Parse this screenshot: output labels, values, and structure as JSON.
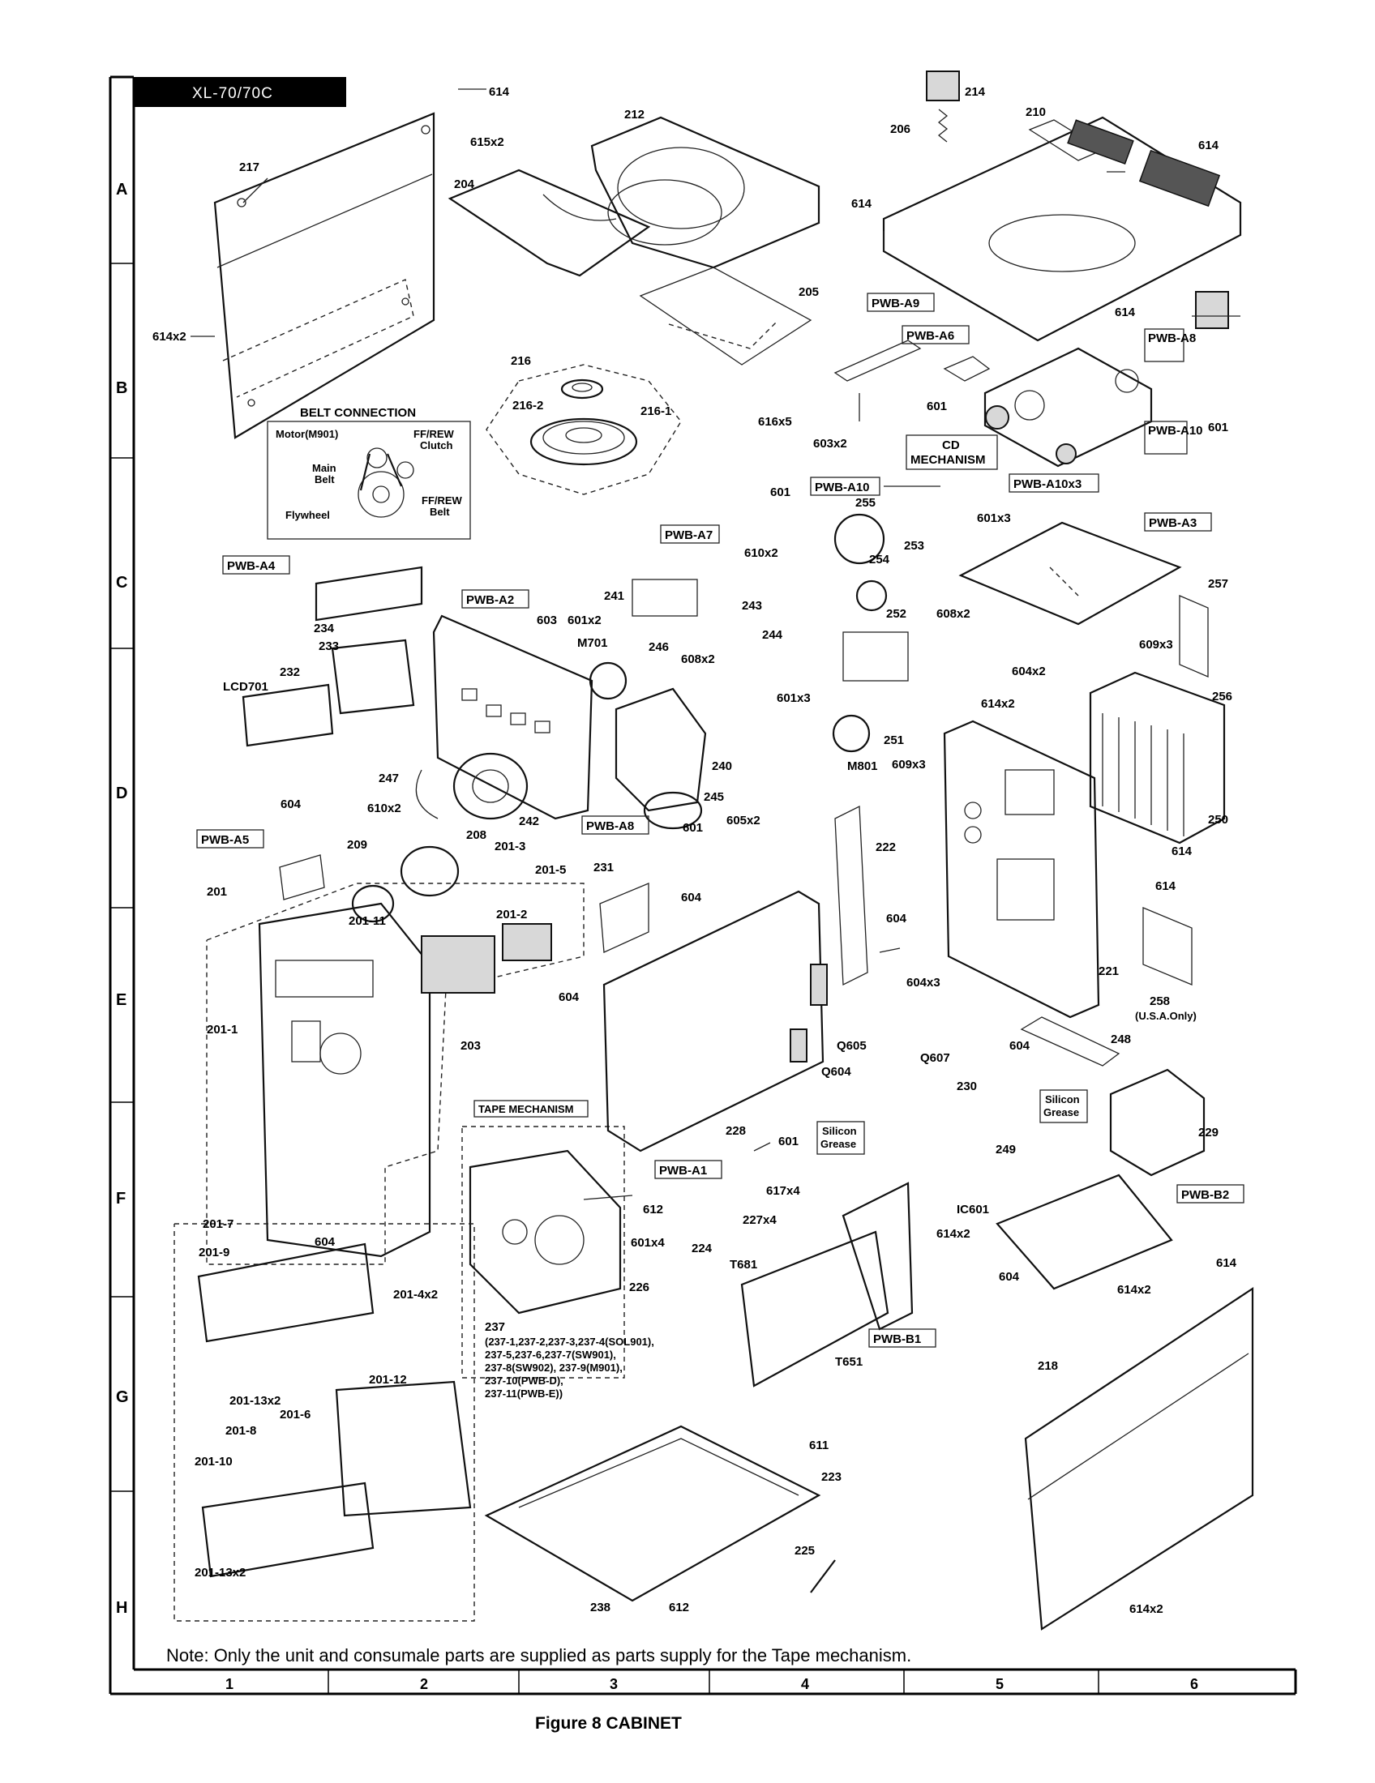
{
  "model_tag": "XL-70/70C",
  "caption": "Figure 8 CABINET",
  "note": "Note: Only the unit and consumale parts are supplied as parts supply for the Tape mechanism.",
  "grid": {
    "rows": [
      "A",
      "B",
      "C",
      "D",
      "E",
      "F",
      "G",
      "H"
    ],
    "columns": [
      "1",
      "2",
      "3",
      "4",
      "5",
      "6"
    ]
  },
  "labels": {
    "l217": "217",
    "l614a": "614",
    "l614x2a": "614x2",
    "l615x2": "615x2",
    "l204": "204",
    "l212": "212",
    "l205": "205",
    "l616x5": "616x5",
    "l216": "216",
    "l216_2": "216-2",
    "l216_1": "216-1",
    "l214": "214",
    "l206": "206",
    "l210": "210",
    "l614b": "614",
    "l614c": "614",
    "l614d": "614",
    "l601a": "601",
    "l603x2": "603x2",
    "l601b": "601",
    "l601x3a": "601x3",
    "l601c": "601",
    "l255": "255",
    "l253": "253",
    "l254": "254",
    "l610x2a": "610x2",
    "l241": "241",
    "l243": "243",
    "l244": "244",
    "l246": "246",
    "lM701": "M701",
    "l608x2a": "608x2",
    "l601x3b": "601x3",
    "l240": "240",
    "l245": "245",
    "l608x2b": "608x2",
    "l252": "252",
    "l251": "251",
    "lM801": "M801",
    "l609x3a": "609x3",
    "l609x3b": "609x3",
    "l257": "257",
    "l256": "256",
    "l604x2": "604x2",
    "l614x2b": "614x2",
    "l250": "250",
    "l614e": "614",
    "l614f": "614",
    "l221": "221",
    "l258": "258",
    "l258note": "(U.S.A.Only)",
    "l234": "234",
    "l233": "233",
    "l232": "232",
    "lLCD701": "LCD701",
    "l603": "603",
    "l601x2": "601x2",
    "l247": "247",
    "l610x2b": "610x2",
    "l208": "208",
    "l242": "242",
    "l209": "209",
    "l604a": "604",
    "l601d": "601",
    "l605x2": "605x2",
    "l222": "222",
    "l231": "231",
    "l604b": "604",
    "l604c": "604",
    "l604d": "604",
    "l604x3": "604x3",
    "l201": "201",
    "l201_3": "201-3",
    "l201_5": "201-5",
    "l201_11": "201-11",
    "l201_2": "201-2",
    "l201_1": "201-1",
    "l203": "203",
    "lQ605": "Q605",
    "lQ607": "Q607",
    "lQ604": "Q604",
    "l230": "230",
    "l248": "248",
    "l604e": "604",
    "l229": "229",
    "l228": "228",
    "l601e": "601",
    "l249": "249",
    "l617x4": "617x4",
    "l612a": "612",
    "l227x4": "227x4",
    "lT681": "T681",
    "lT651": "T651",
    "l224": "224",
    "l601x4": "601x4",
    "l226": "226",
    "lIC601": "IC601",
    "l614x2c": "614x2",
    "l604f": "604",
    "l614x2d": "614x2",
    "l614g": "614",
    "l201_7": "201-7",
    "l201_9": "201-9",
    "l604g": "604",
    "l201_4x2": "201-4x2",
    "l201_13x2a": "201-13x2",
    "l201_12": "201-12",
    "l201_6": "201-6",
    "l201_8": "201-8",
    "l201_10": "201-10",
    "l201_13x2b": "201-13x2",
    "l237": "237",
    "l237a": "(237-1,237-2,237-3,237-4(SOL901),",
    "l237b": "237-5,237-6,237-7(SW901),",
    "l237c": "237-8(SW902), 237-9(M901),",
    "l237d": "237-10(PWB-D),",
    "l237e": "237-11(PWB-E))",
    "l611": "611",
    "l223": "223",
    "l218": "218",
    "l225": "225",
    "l238": "238",
    "l612b": "612",
    "l614x2e": "614x2"
  },
  "boxed_labels": {
    "pwb_a9": "PWB-A9",
    "pwb_a6": "PWB-A6",
    "pwb_a8": "PWB-A8",
    "pwb_a10": "PWB-A10",
    "cd_mech1": "CD",
    "cd_mech2": "MECHANISM",
    "pwb_a10x3": "PWB-A10x3",
    "pwb_a10b": "PWB-A10",
    "pwb_a7": "PWB-A7",
    "pwb_a3": "PWB-A3",
    "pwb_a4": "PWB-A4",
    "pwb_a2": "PWB-A2",
    "pwb_a5": "PWB-A5",
    "pwb_a8b": "PWB-A8",
    "pwb_a1": "PWB-A1",
    "pwb_b2": "PWB-B2",
    "pwb_b1": "PWB-B1",
    "tape_mech": "TAPE MECHANISM",
    "silicon1": "Silicon",
    "grease1": "Grease",
    "silicon2": "Silicon",
    "grease2": "Grease"
  },
  "belt_connection": {
    "title": "BELT CONNECTION",
    "motor": "Motor(M901)",
    "ffrew_clutch1": "FF/REW",
    "ffrew_clutch2": "Clutch",
    "main_belt1": "Main",
    "main_belt2": "Belt",
    "ffrew_belt1": "FF/REW",
    "ffrew_belt2": "Belt",
    "flywheel": "Flywheel"
  }
}
